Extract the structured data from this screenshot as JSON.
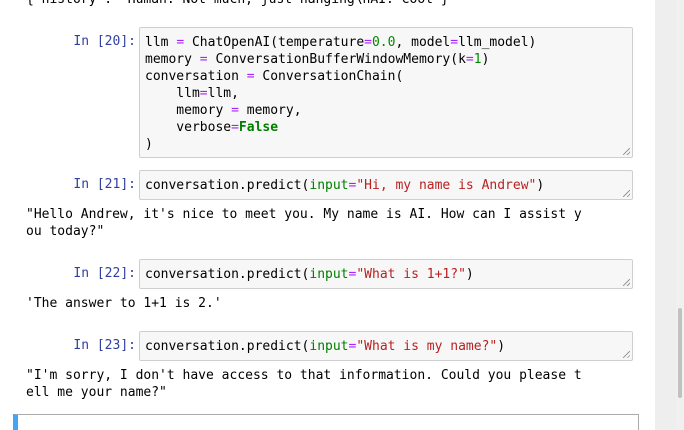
{
  "top_output": "{'history': 'Human: Not much, just hanging\\nAI: Cool'}",
  "cells": [
    {
      "prompt": "In [20]:",
      "lines": [
        [
          "llm ",
          "=",
          " ChatOpenAI(temperature",
          "=",
          "0.0",
          ", model",
          "=",
          "llm_model)"
        ],
        [
          "memory ",
          "=",
          " ConversationBufferWindowMemory(k",
          "=",
          "1",
          ")"
        ],
        [
          "conversation ",
          "=",
          " ConversationChain("
        ],
        [
          "    llm",
          "=",
          "llm,"
        ],
        [
          "    memory ",
          "=",
          " memory,"
        ],
        [
          "    verbose",
          "=",
          "False"
        ],
        [
          ")"
        ]
      ]
    },
    {
      "prompt": "In [21]:",
      "code_prefix": "conversation.predict(",
      "arg": "input",
      "eq": "=",
      "str": "\"Hi, my name is Andrew\"",
      "suffix": ")",
      "output": "\"Hello Andrew, it's nice to meet you. My name is AI. How can I assist y\nou today?\""
    },
    {
      "prompt": "In [22]:",
      "code_prefix": "conversation.predict(",
      "arg": "input",
      "eq": "=",
      "str": "\"What is 1+1?\"",
      "suffix": ")",
      "output": "'The answer to 1+1 is 2.'"
    },
    {
      "prompt": "In [23]:",
      "code_prefix": "conversation.predict(",
      "arg": "input",
      "eq": "=",
      "str": "\"What is my name?\"",
      "suffix": ")",
      "output": "\"I'm sorry, I don't have access to that information. Could you please t\nell me your name?\""
    }
  ]
}
